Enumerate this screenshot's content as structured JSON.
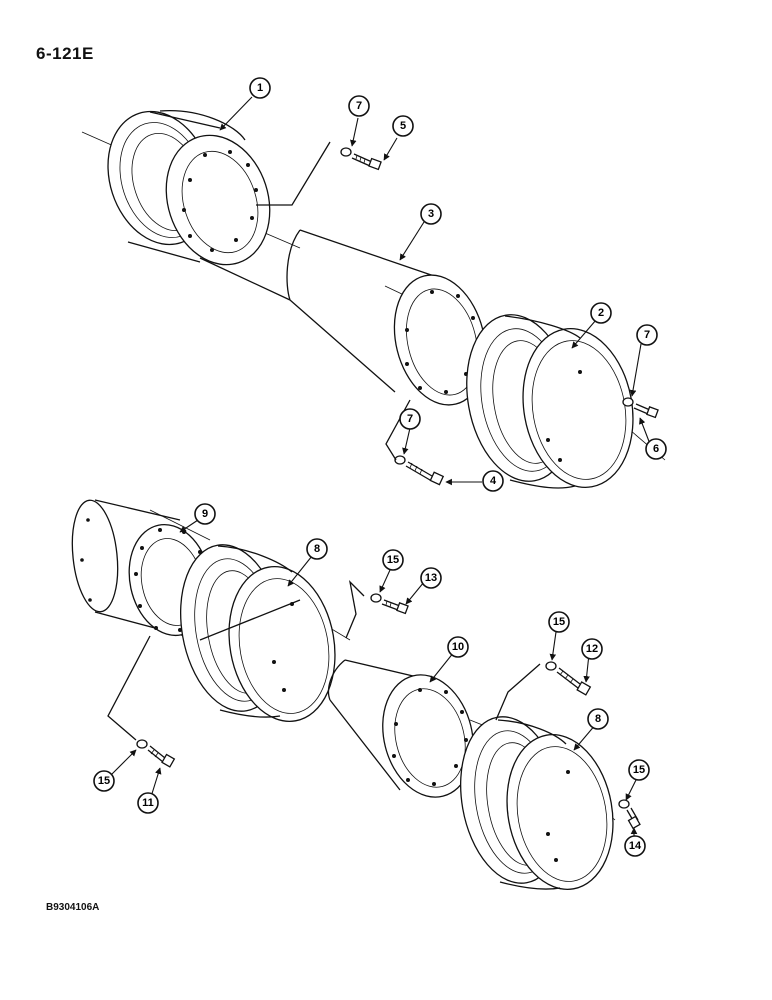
{
  "page_number": "6-121E",
  "figure_code": "B9304106A",
  "callouts": {
    "c1": "1",
    "c2": "2",
    "c3": "3",
    "c4": "4",
    "c5": "5",
    "c6": "6",
    "c7a": "7",
    "c7b": "7",
    "c7c": "7",
    "c8a": "8",
    "c8b": "8",
    "c9": "9",
    "c10": "10",
    "c11": "11",
    "c12": "12",
    "c13": "13",
    "c14": "14",
    "c15a": "15",
    "c15b": "15",
    "c15c": "15",
    "c15d": "15"
  }
}
